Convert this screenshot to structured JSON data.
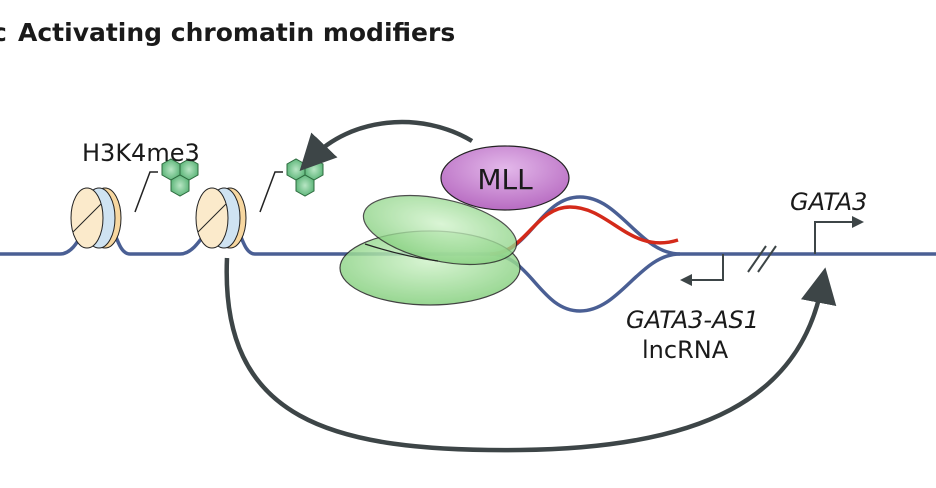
{
  "panel_letter": "c",
  "title": "Activating chromatin modifiers",
  "labels": {
    "histone_mark": "H3K4me3",
    "complex": "MLL",
    "gene": "GATA3",
    "antisense": "GATA3-AS1",
    "antisense_type": "lncRNA"
  },
  "colors": {
    "dna": "#4a5f94",
    "rna": "#d42a1a",
    "polymerase": "#8fd68a",
    "mll": "#c77fcf",
    "arrow": "#3d4547",
    "methyl": "#5bb87a"
  }
}
